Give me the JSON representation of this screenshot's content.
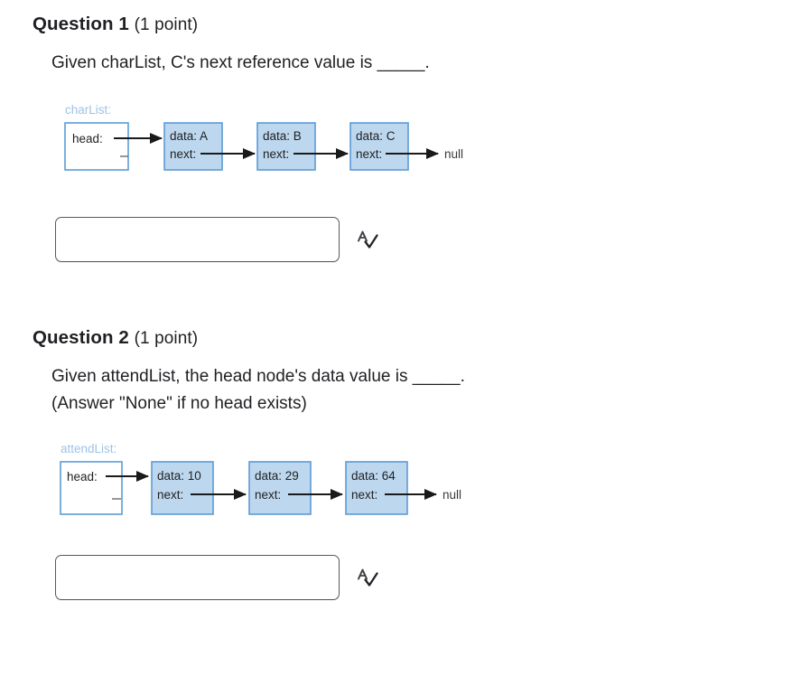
{
  "page": {
    "background_color": "#ffffff",
    "text_color": "#1f2023"
  },
  "questions": [
    {
      "id": "question-1",
      "title": "Question 1",
      "points": "(1 point)",
      "prompt_lines": [
        "Given charList, C's next reference value is _____."
      ],
      "answer": {
        "value": "",
        "placeholder": "",
        "spellcheck_icon": "spellcheck-icon"
      },
      "diagram": {
        "variable_label": "charList:",
        "head_box": {
          "label": "head:"
        },
        "nodes": [
          {
            "data_label": "data: A",
            "next_label": "next:"
          },
          {
            "data_label": "data: B",
            "next_label": "next:"
          },
          {
            "data_label": "data: C",
            "next_label": "next:"
          }
        ],
        "terminator": "null",
        "colors": {
          "node_fill": "#bdd7ee",
          "node_border": "#5b9bd5",
          "head_fill": "#ffffff",
          "head_border": "#5b9bd5",
          "variable_label": "#9dc3e6",
          "arrow": "#1a1a1a",
          "text": "#1f2023"
        }
      }
    },
    {
      "id": "question-2",
      "title": "Question 2",
      "points": "(1 point)",
      "prompt_lines": [
        "Given attendList, the head node's data value is _____.",
        "(Answer \"None\" if no head exists)"
      ],
      "answer": {
        "value": "",
        "placeholder": "",
        "spellcheck_icon": "spellcheck-icon"
      },
      "diagram": {
        "variable_label": "attendList:",
        "head_box": {
          "label": "head:"
        },
        "nodes": [
          {
            "data_label": "data: 10",
            "next_label": "next:"
          },
          {
            "data_label": "data: 29",
            "next_label": "next:"
          },
          {
            "data_label": "data: 64",
            "next_label": "next:"
          }
        ],
        "terminator": "null",
        "colors": {
          "node_fill": "#bdd7ee",
          "node_border": "#5b9bd5",
          "head_fill": "#ffffff",
          "head_border": "#5b9bd5",
          "variable_label": "#9dc3e6",
          "arrow": "#1a1a1a",
          "text": "#1f2023"
        }
      }
    }
  ]
}
